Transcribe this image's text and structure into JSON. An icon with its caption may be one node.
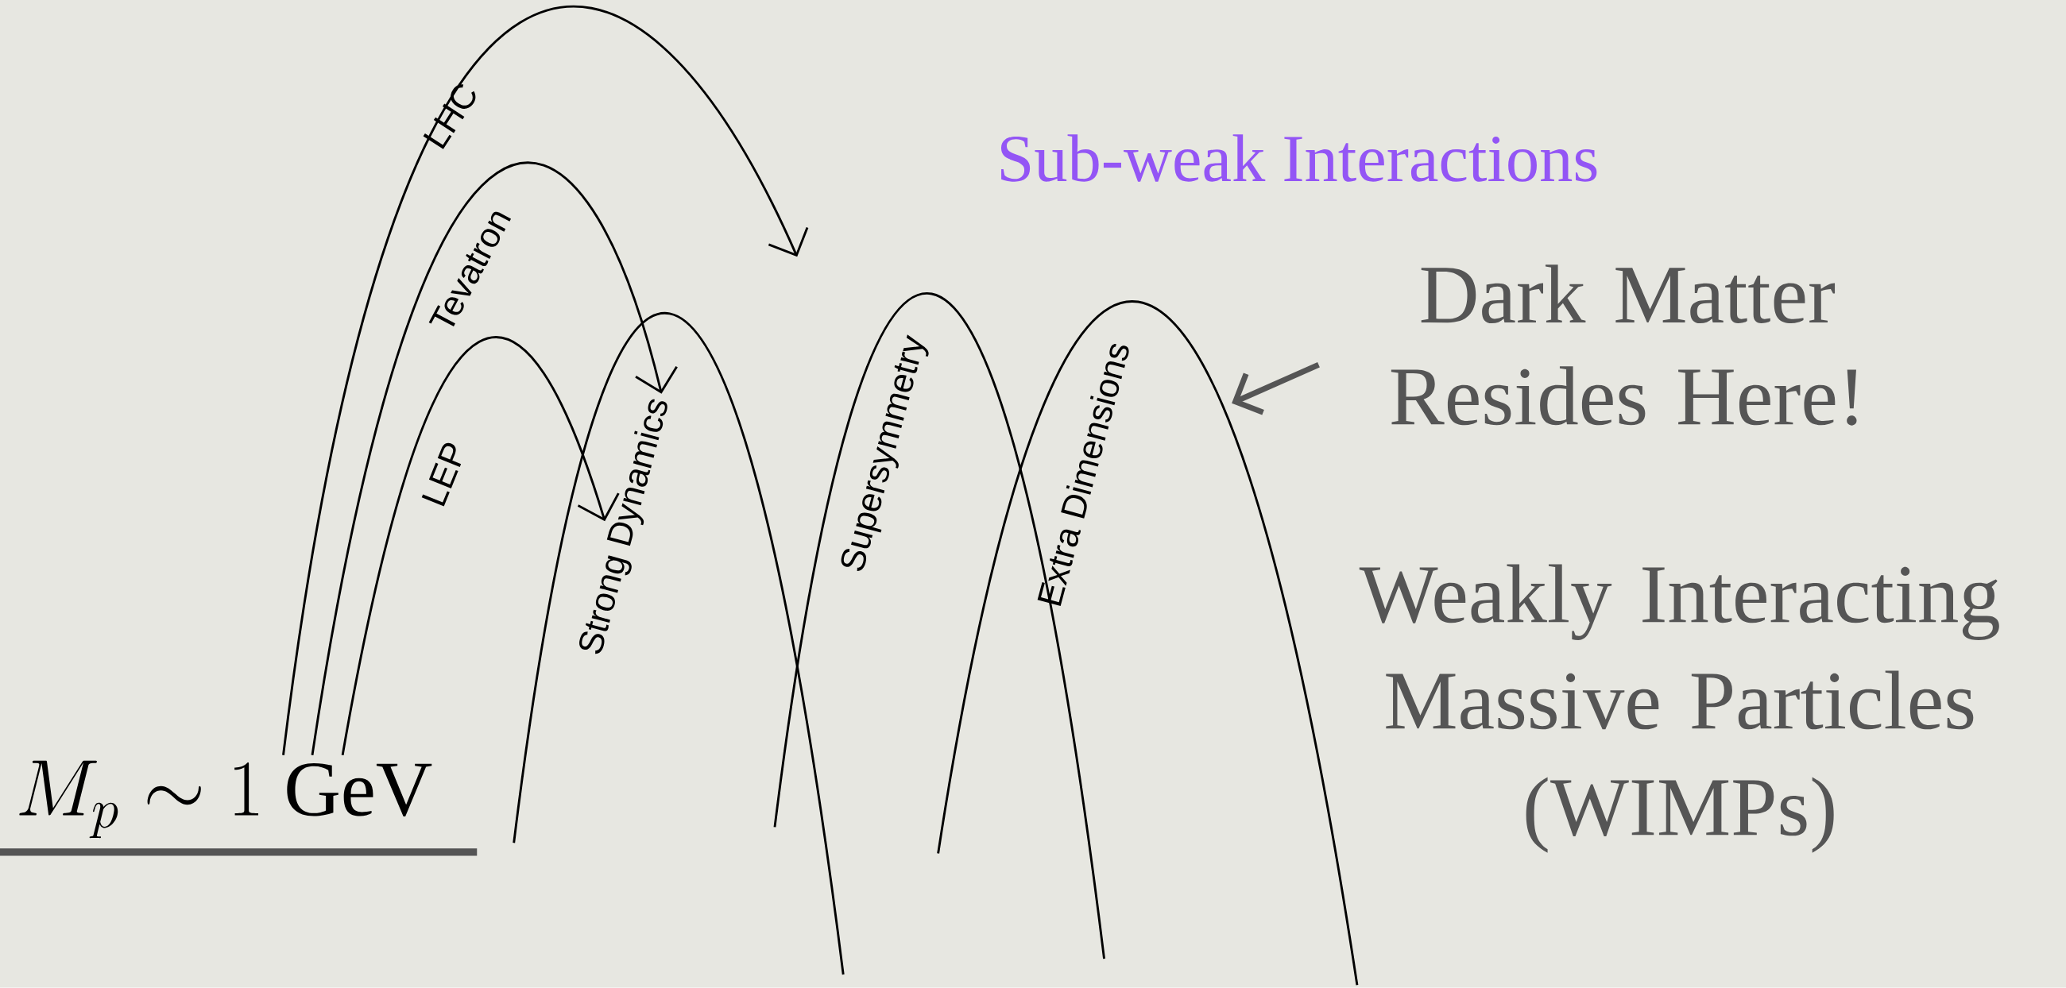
{
  "diagram": {
    "nodes": [
      {
        "text": [
          "M_p \\sim 1\\ \\mathrm{GeV}"
        ]
      },
      {
        "text": [
          "Strong Dynamics"
        ]
      },
      {
        "text": [
          "Supersymmetry"
        ]
      },
      {
        "text": [
          "Extra Dimensions"
        ]
      },
      {
        "text": [
          "Dark Matter Resides Here!"
        ]
      }
    ],
    "edges": [
      {
        "from": 0,
        "to": null,
        "arrow": "to",
        "label": "LHC"
      },
      {
        "from": 0,
        "to": 1,
        "arrow": "to",
        "label": "Tevatron"
      },
      {
        "from": 0,
        "to": 1,
        "arrow": "to",
        "label": "LEP"
      },
      {
        "from": 4,
        "to": 3,
        "arrow": "to",
        "style": "thick",
        "color": "#555555"
      }
    ],
    "labels": [
      "Sub-weak Interactions",
      "Weakly Interacting Massive Particles (WIMPs)"
    ]
  }
}
